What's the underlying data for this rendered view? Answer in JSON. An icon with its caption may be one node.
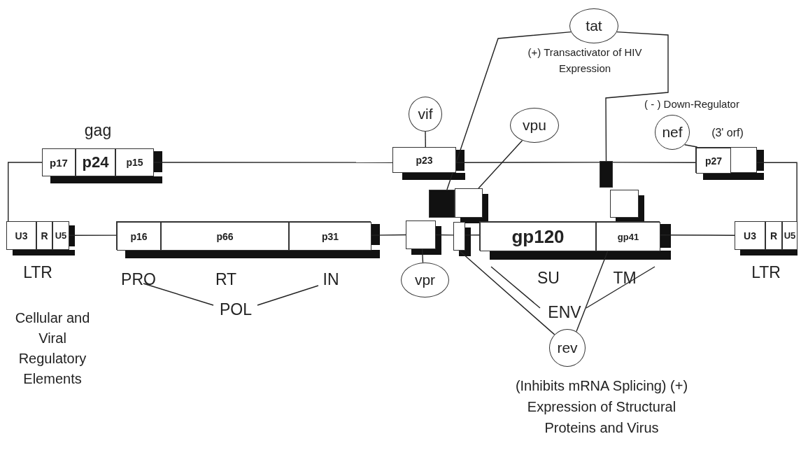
{
  "diagram": {
    "nodes": [
      {
        "text": [
          "gag"
        ]
      },
      {
        "text": [
          "p17"
        ],
        "in": 0
      },
      {
        "text": [
          "p24"
        ],
        "in": 0
      },
      {
        "text": [
          "p15"
        ],
        "in": 0
      },
      {
        "text": [
          "vif"
        ]
      },
      {
        "text": [
          "p23"
        ]
      },
      {
        "text": [
          "tat"
        ],
        "beside": [
          "(+) Transactivator of HIV Expression"
        ]
      },
      {
        "text": [
          "vpu"
        ]
      },
      {
        "text": [
          "nef"
        ],
        "beside": [
          "( - ) Down-Regulator"
        ]
      },
      {
        "text": [],
        "shape": "box"
      },
      {
        "text": [
          "p27"
        ],
        "in": 9
      },
      {
        "text": [
          "LTR"
        ]
      },
      {
        "text": [
          "U3"
        ],
        "in": 11
      },
      {
        "text": [
          "R"
        ],
        "in": 11
      },
      {
        "text": [
          "U5"
        ],
        "in": 11
      },
      {
        "text": [],
        "shape": "box"
      },
      {
        "text": [
          "p16"
        ],
        "in": 15
      },
      {
        "text": [
          "p66"
        ],
        "in": 15
      },
      {
        "text": [
          "p31"
        ],
        "in": 15
      },
      {
        "text": [],
        "shape": "box"
      },
      {
        "text": [
          "vpr"
        ]
      },
      {
        "text": [],
        "shape": "box"
      },
      {
        "text": [],
        "shape": "box"
      },
      {
        "text": [],
        "shape": "box"
      },
      {
        "text": [],
        "shape": "box"
      },
      {
        "text": [
          "gp120"
        ],
        "in": 24
      },
      {
        "text": [
          "gp41"
        ],
        "in": 24
      },
      {
        "text": [],
        "shape": "box"
      },
      {
        "text": [],
        "shape": "box"
      },
      {
        "text": [
          "LTR"
        ]
      },
      {
        "text": [
          "U3"
        ],
        "in": 29
      },
      {
        "text": [
          "R"
        ],
        "in": 29
      },
      {
        "text": [
          "U5"
        ],
        "in": 29
      },
      {
        "text": [
          "rev"
        ],
        "beside": [
          "(Inhibits mRNA Splicing) (+) Expression of Structural Proteins and Virus"
        ]
      }
    ],
    "edges": [
      {
        "from": 4,
        "to": 5,
        "arrow": "none"
      },
      {
        "from": 6,
        "to": 21,
        "arrow": "none"
      },
      {
        "from": 6,
        "to": 27,
        "arrow": "none"
      },
      {
        "from": 7,
        "to": 22,
        "arrow": "none"
      },
      {
        "from": 8,
        "to": 9,
        "arrow": "none"
      },
      {
        "from": 20,
        "to": 19,
        "arrow": "none"
      },
      {
        "from": 33,
        "to": 23,
        "arrow": "none"
      },
      {
        "from": 33,
        "to": 26,
        "arrow": "none"
      },
      {
        "from": 11,
        "to": 0,
        "arrow": "none"
      },
      {
        "from": 0,
        "to": 5,
        "arrow": "none"
      },
      {
        "from": 5,
        "to": 27,
        "arrow": "none"
      },
      {
        "from": 27,
        "to": 9,
        "arrow": "none"
      },
      {
        "from": 9,
        "to": 29,
        "arrow": "none"
      },
      {
        "from": 11,
        "to": 15,
        "arrow": "none"
      },
      {
        "from": 15,
        "to": 19,
        "arrow": "none"
      },
      {
        "from": 19,
        "to": 23,
        "arrow": "none"
      },
      {
        "from": 23,
        "to": 24,
        "arrow": "none"
      },
      {
        "from": 24,
        "to": 29,
        "arrow": "none"
      }
    ],
    "labels": [
      "(3' orf)",
      "PRO",
      "RT",
      "IN",
      "SU",
      "TM",
      "POL",
      "ENV",
      "Cellular and Viral Regulatory Elements"
    ]
  }
}
